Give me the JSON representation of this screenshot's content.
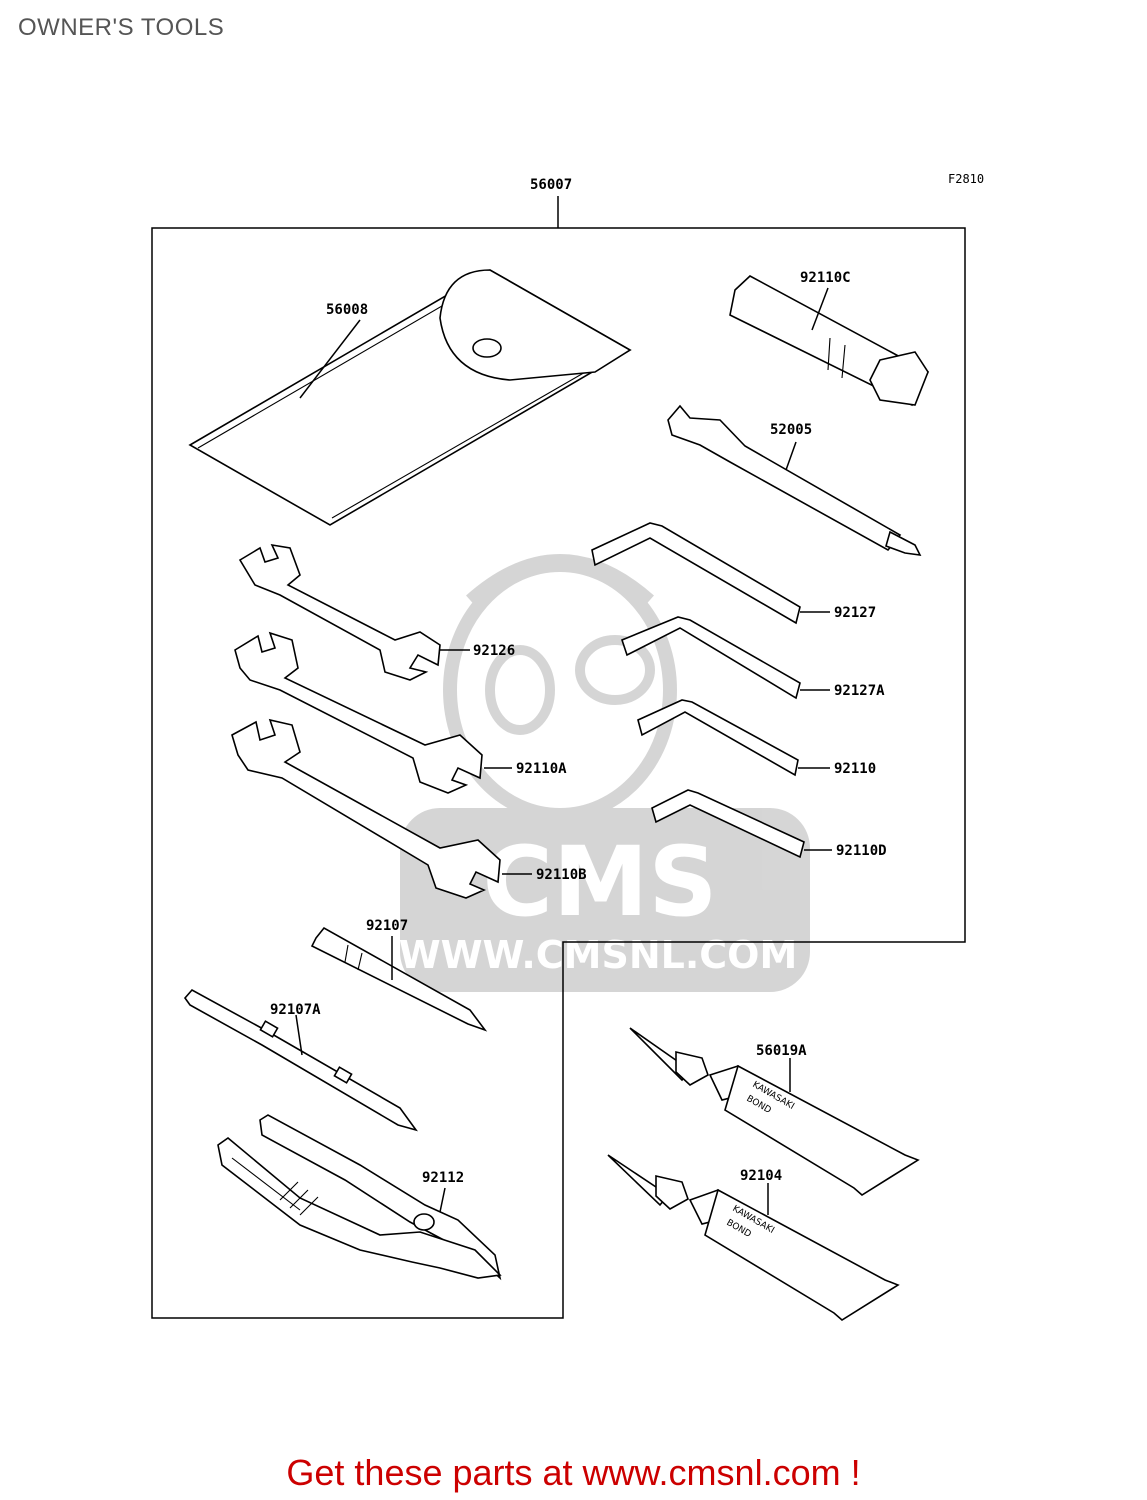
{
  "page": {
    "title": "OWNER'S TOOLS",
    "figure_code": "F2810"
  },
  "parts": {
    "kit": "56007",
    "pouch": "56008",
    "plug_wrench": "92110C",
    "extension_bar": "52005",
    "hex_wrench_a": "92127",
    "hex_wrench_b": "92127A",
    "hex_wrench_c": "92110",
    "hex_wrench_d": "92110D",
    "open_wrench_a": "92126",
    "open_wrench_b": "92110A",
    "open_wrench_c": "92110B",
    "screwdriver_bit": "92107",
    "screwdriver_handle": "92107A",
    "pliers": "92112",
    "bond_tube_a": "56019A",
    "bond_tube_b": "92104"
  },
  "tube_print": {
    "brand": "KAWASAKI",
    "product": "BOND"
  },
  "watermark": {
    "text": "CMS",
    "url": "WWW.CMSNL.COM"
  },
  "footer": {
    "text": "Get these parts at www.cmsnl.com !",
    "color": "#cc0000"
  }
}
